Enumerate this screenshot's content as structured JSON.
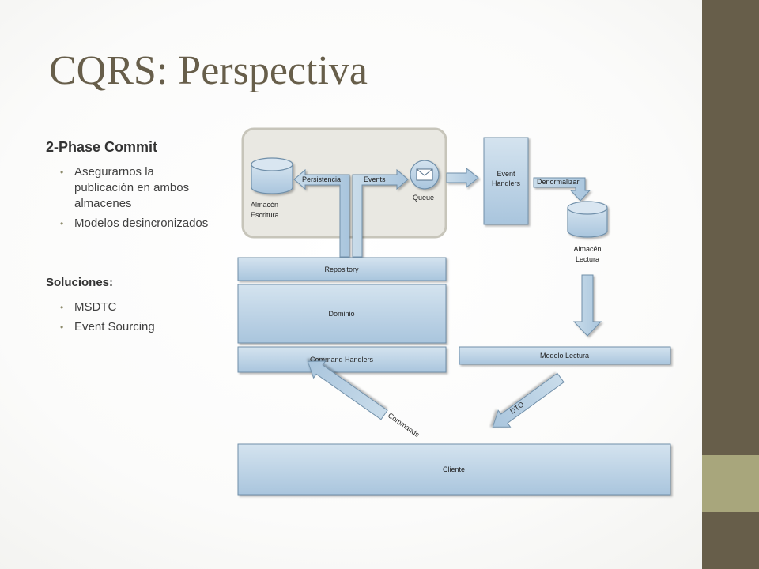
{
  "slide": {
    "title": "CQRS: Perspectiva",
    "heading": "2-Phase Commit",
    "bullets": [
      "Asegurarnos la publicación en ambos almacenes",
      "Modelos desincronizados"
    ],
    "subheading": "Soluciones:",
    "solutions": [
      "MSDTC",
      "Event Sourcing"
    ]
  },
  "diagram": {
    "almacen_escritura": "Almacén Escritura",
    "almacen_escritura_lines": [
      "Almacén",
      "Escritura"
    ],
    "persistencia": "Persistencia",
    "events": "Events",
    "queue": "Queue",
    "event_handlers_lines": [
      "Event",
      "Handlers"
    ],
    "denormalizar": "Denormalizar",
    "almacen_lectura_lines": [
      "Almacén",
      "Lectura"
    ],
    "repository": "Repository",
    "dominio": "Dominio",
    "command_handlers": "Command Handlers",
    "modelo_lectura": "Modelo Lectura",
    "commands": "Commands",
    "dto": "DTO",
    "cliente": "Cliente"
  },
  "colors": {
    "sidebar": "#675e4a",
    "sidebar_accent": "#a8a67c",
    "title": "#675e4a",
    "box_fill_top": "#d4e3ef",
    "box_fill_bottom": "#a9c5dd",
    "box_stroke": "#6f8fa9"
  }
}
